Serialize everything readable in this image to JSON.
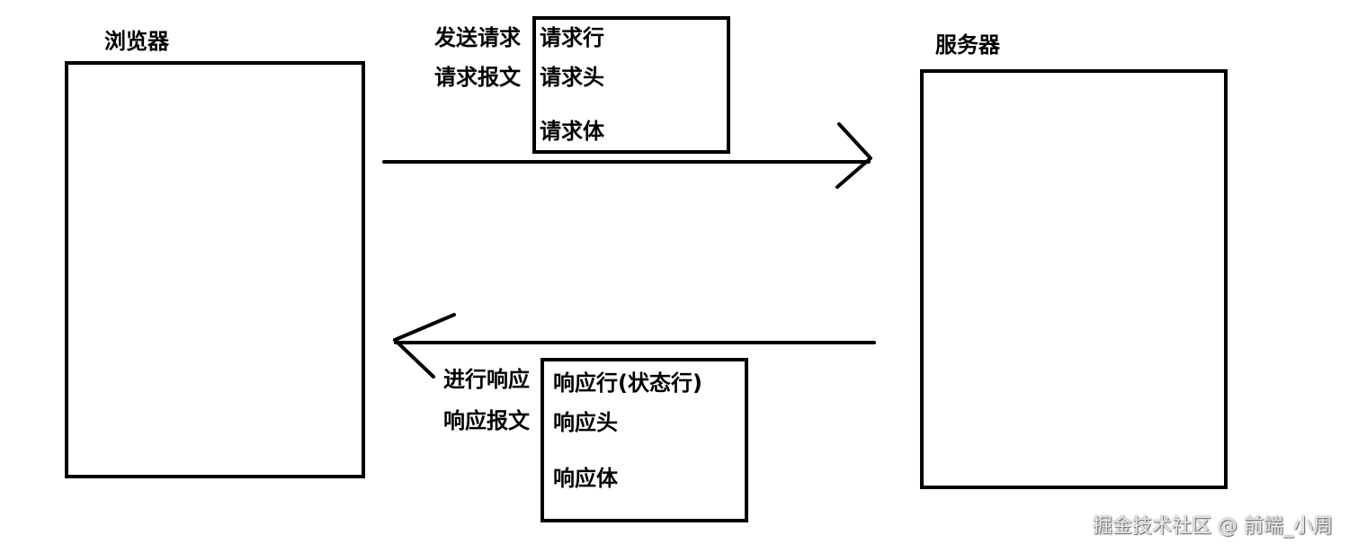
{
  "browser": {
    "label": "浏览器"
  },
  "server": {
    "label": "服务器"
  },
  "request": {
    "side_labels": [
      "发送请求",
      "请求报文"
    ],
    "parts": [
      "请求行",
      "请求头",
      "请求体"
    ]
  },
  "response": {
    "side_labels": [
      "进行响应",
      "响应报文"
    ],
    "parts": [
      "响应行(状态行)",
      "响应头",
      "响应体"
    ]
  },
  "watermark": "掘金技术社区 @ 前端_小周"
}
